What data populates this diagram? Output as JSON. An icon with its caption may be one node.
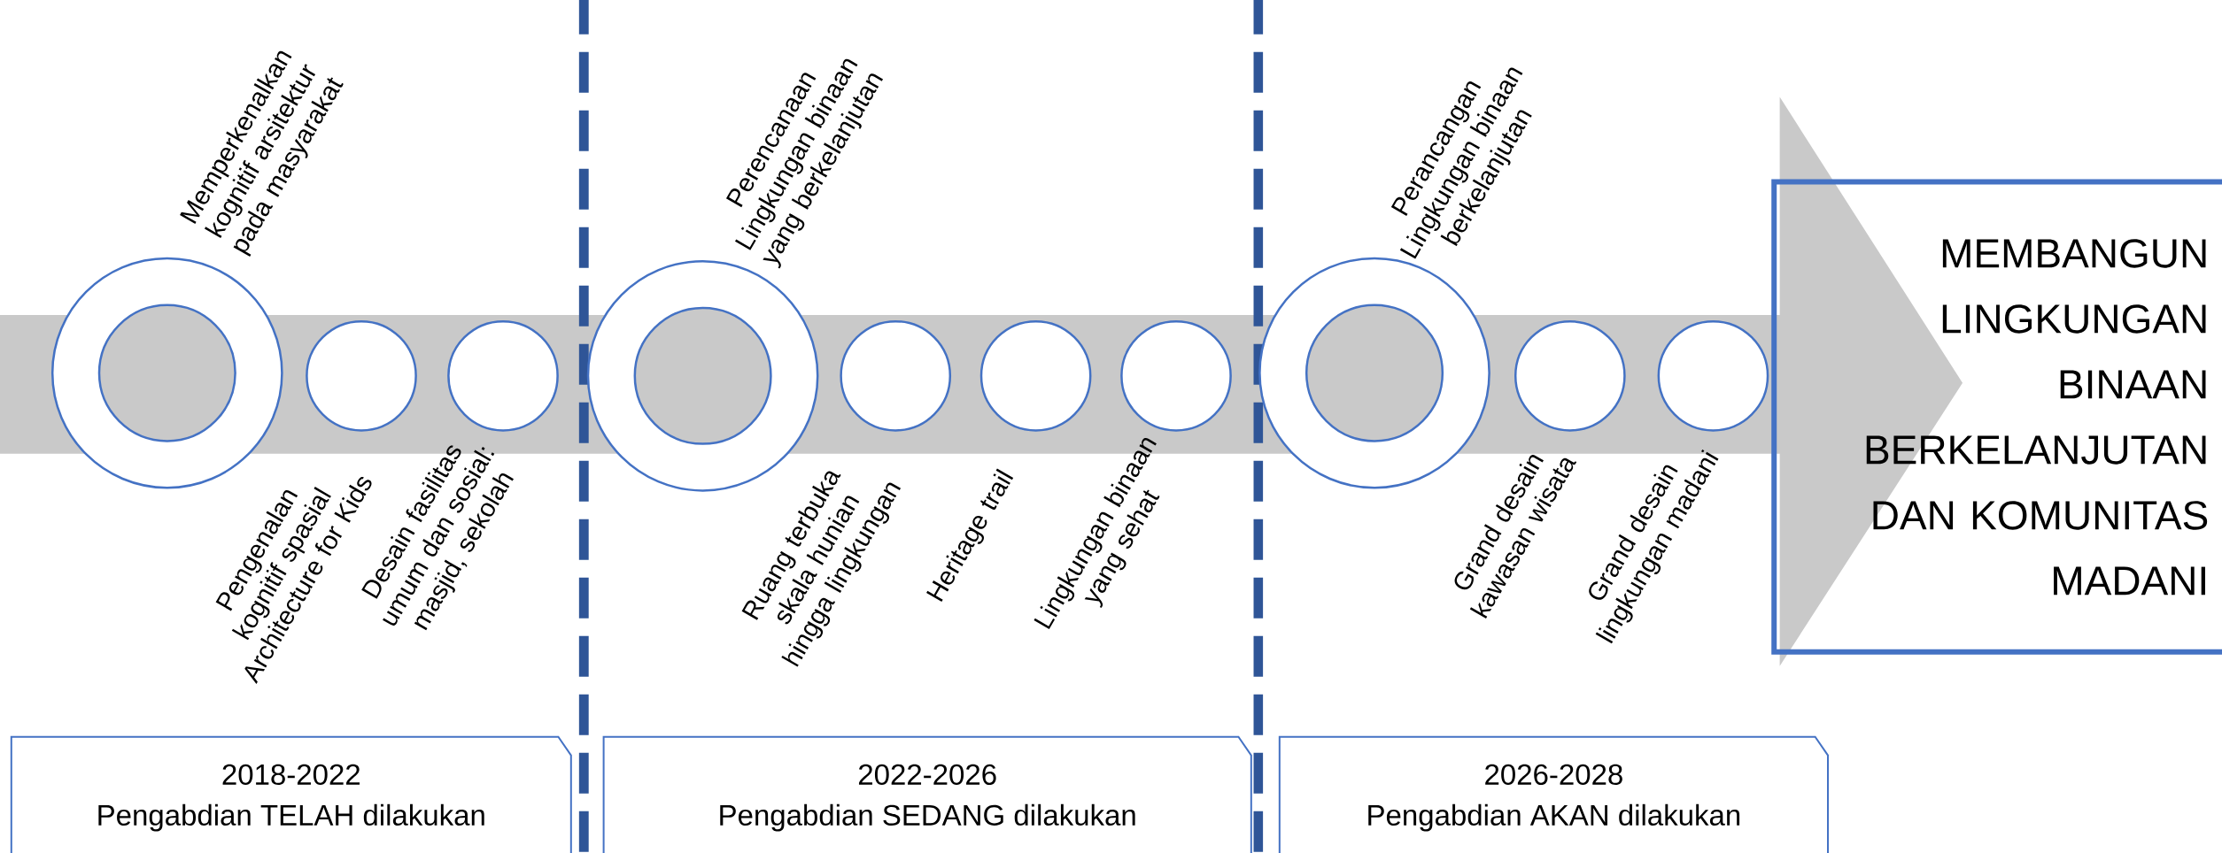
{
  "diagram": {
    "nodes": [
      {
        "text": [],
        "shape": "circle",
        "beside": [
          "Memperkenalkan kognitif arsitektur pada masyarakat"
        ]
      },
      {
        "text": [],
        "shape": "circle"
      },
      {
        "text": [],
        "shape": "circle",
        "beside": [
          "Desain fasilitas umum dan sosial: masjid, sekolah"
        ]
      },
      {
        "text": [],
        "shape": "circle",
        "beside": [
          "Perencanaan Lingkungan binaan yang berkelanjutan"
        ]
      },
      {
        "text": [],
        "shape": "circle"
      },
      {
        "text": [],
        "shape": "circle",
        "beside": [
          "Heritage trail"
        ]
      },
      {
        "text": [],
        "shape": "circle",
        "beside": [
          "Lingkungan binaan yang sehat"
        ]
      },
      {
        "text": [],
        "shape": "circle",
        "beside": [
          "Perancangan Lingkungan binaan berkelanjutan"
        ]
      },
      {
        "text": [],
        "shape": "circle"
      },
      {
        "text": [],
        "shape": "circle",
        "beside": [
          "Grand desain lingkungan madani"
        ]
      },
      {
        "text": [
          "MEMBANGUN LINGKUNGAN BINAAN BERKELANJUTAN DAN KOMUNITAS MADANI"
        ]
      },
      {
        "text": [
          "2018-2022",
          "Pengabdian TELAH dilakukan"
        ]
      },
      {
        "text": [
          "2022-2026",
          "Pengabdian SEDANG dilakukan"
        ]
      },
      {
        "text": [
          "2026-2028",
          "Pengabdian AKAN dilakukan"
        ]
      }
    ],
    "labels": [
      "Pengenalan kognitif spasial Architecture for Kids",
      "Ruang terbuka skala hunian hingga lingkungan",
      "Grand desain kawasan wisata"
    ]
  }
}
